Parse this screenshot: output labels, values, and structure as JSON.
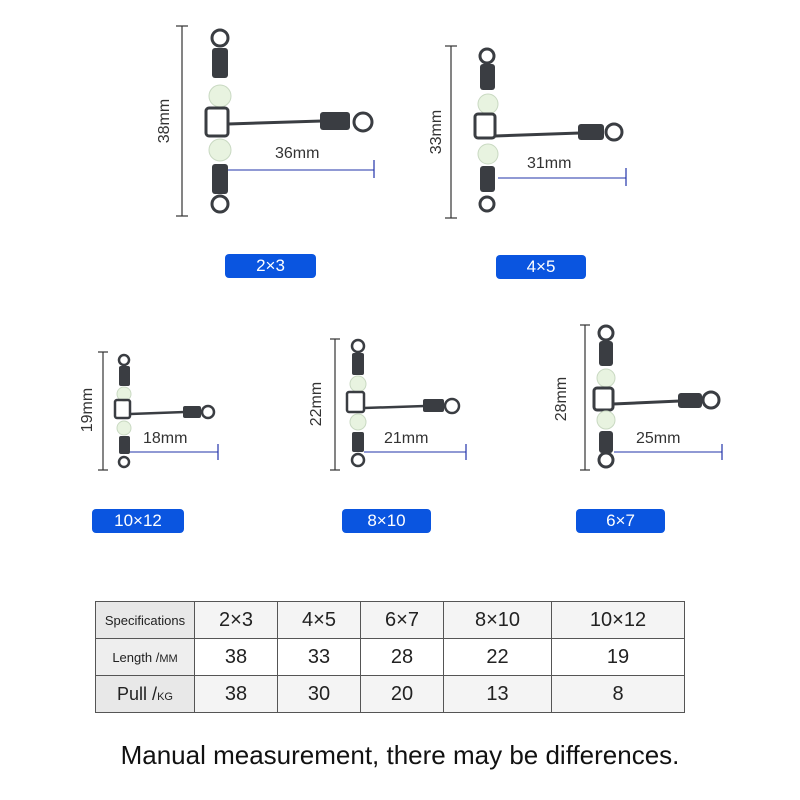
{
  "products": [
    {
      "size": "2×3",
      "length_label": "38mm",
      "width_label": "36mm"
    },
    {
      "size": "4×5",
      "length_label": "33mm",
      "width_label": "31mm"
    },
    {
      "size": "10×12",
      "length_label": "19mm",
      "width_label": "18mm"
    },
    {
      "size": "8×10",
      "length_label": "22mm",
      "width_label": "21mm"
    },
    {
      "size": "6×7",
      "length_label": "28mm",
      "width_label": "25mm"
    }
  ],
  "spec_table": {
    "row_headers": {
      "specifications": "Specifications",
      "length": "Length /",
      "length_unit": "MM",
      "pull": "Pull /",
      "pull_unit": "KG"
    },
    "sizes": [
      "2×3",
      "4×5",
      "6×7",
      "8×10",
      "10×12"
    ],
    "lengths": [
      "38",
      "33",
      "28",
      "22",
      "19"
    ],
    "pulls": [
      "38",
      "30",
      "20",
      "13",
      "8"
    ]
  },
  "footnote": "Manual measurement, there may be differences.",
  "colors": {
    "badge": "#0a55e0",
    "dimension_line": "#2233aa",
    "swivel_metal": "#3a3d42",
    "bead": "#e8f3e0"
  }
}
